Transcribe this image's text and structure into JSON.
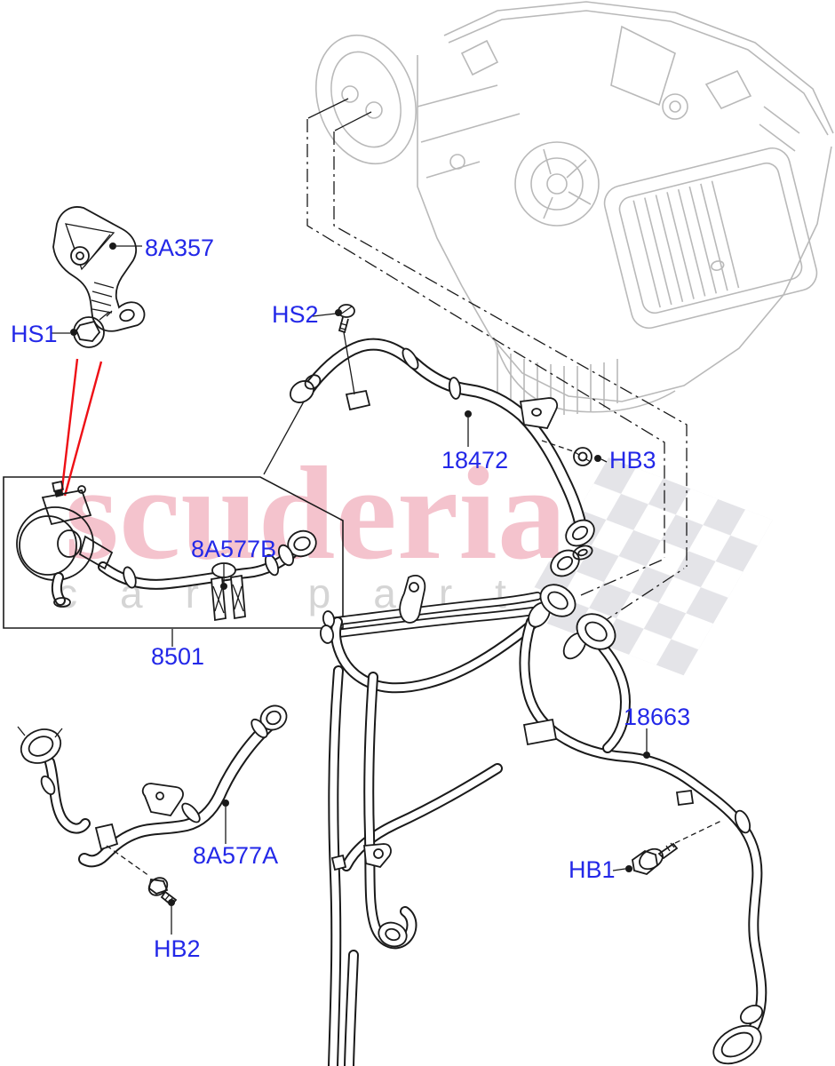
{
  "watermark": {
    "brand": "scuderia",
    "tagline": "car parts"
  },
  "callouts": [
    {
      "code": "8A357"
    },
    {
      "code": "HS1"
    },
    {
      "code": "HS2"
    },
    {
      "code": "18472"
    },
    {
      "code": "HB3"
    },
    {
      "code": "8A577B"
    },
    {
      "code": "8501"
    },
    {
      "code": "8A577A"
    },
    {
      "code": "HB2"
    },
    {
      "code": "18663"
    },
    {
      "code": "HB1"
    }
  ],
  "colors": {
    "label_blue": "#2328e8",
    "watermark_pink": "#f4c3cd",
    "tagline_gray": "#d5d5d5",
    "pointer_red": "#ee1016",
    "sketch_gray": "#b9b9b9",
    "checker_gray": "#e4e4e8",
    "ink": "#1a1a1a"
  }
}
